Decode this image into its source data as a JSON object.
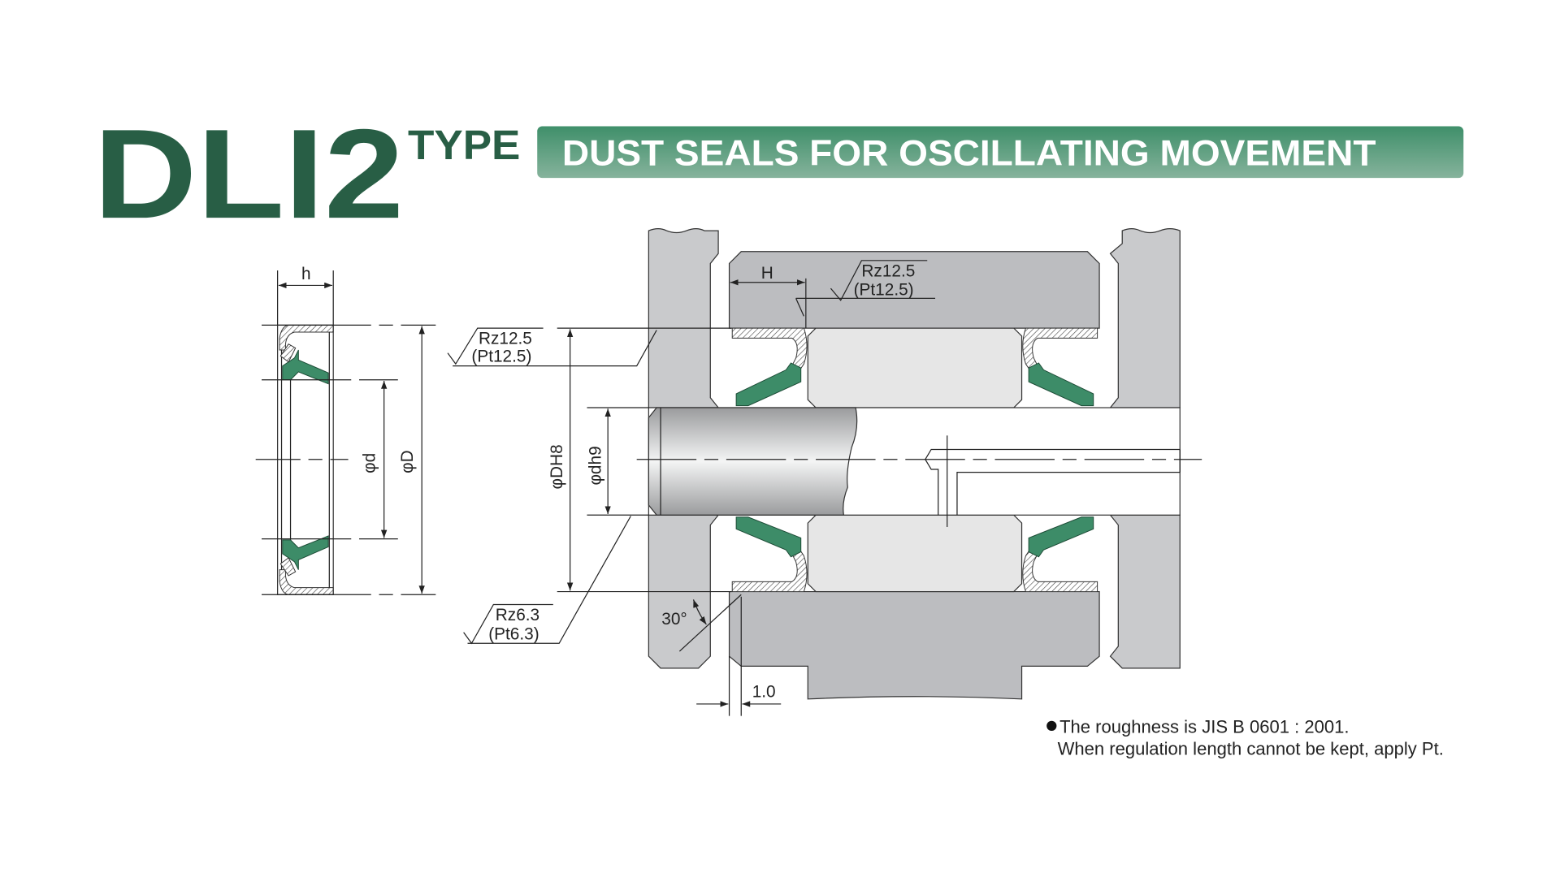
{
  "title": {
    "model": "DLI2",
    "suffix": "TYPE",
    "banner": "DUST SEALS FOR OSCILLATING MOVEMENT"
  },
  "colors": {
    "brand_green": "#285e45",
    "banner_top": "#3f8f6a",
    "banner_bottom": "#86b39c",
    "seal_green": "#3d8c68"
  },
  "seal_section": {
    "width_label": "h",
    "inner_dia_label": "φd",
    "outer_dia_label": "φD"
  },
  "assembly": {
    "housing_length_label": "H",
    "bore_dia_label": "φDH8",
    "rod_dia_label": "φdh9",
    "roughness_top": {
      "rz": "Rz12.5",
      "pt": "(Pt12.5)"
    },
    "roughness_bore": {
      "rz": "Rz12.5",
      "pt": "(Pt12.5)"
    },
    "roughness_rod": {
      "rz": "Rz6.3",
      "pt": "(Pt6.3)"
    },
    "chamfer_angle": "30°",
    "chamfer_length": "1.0"
  },
  "notes": [
    "The roughness is JIS B 0601 : 2001.",
    "When regulation length cannot be kept, apply Pt."
  ]
}
